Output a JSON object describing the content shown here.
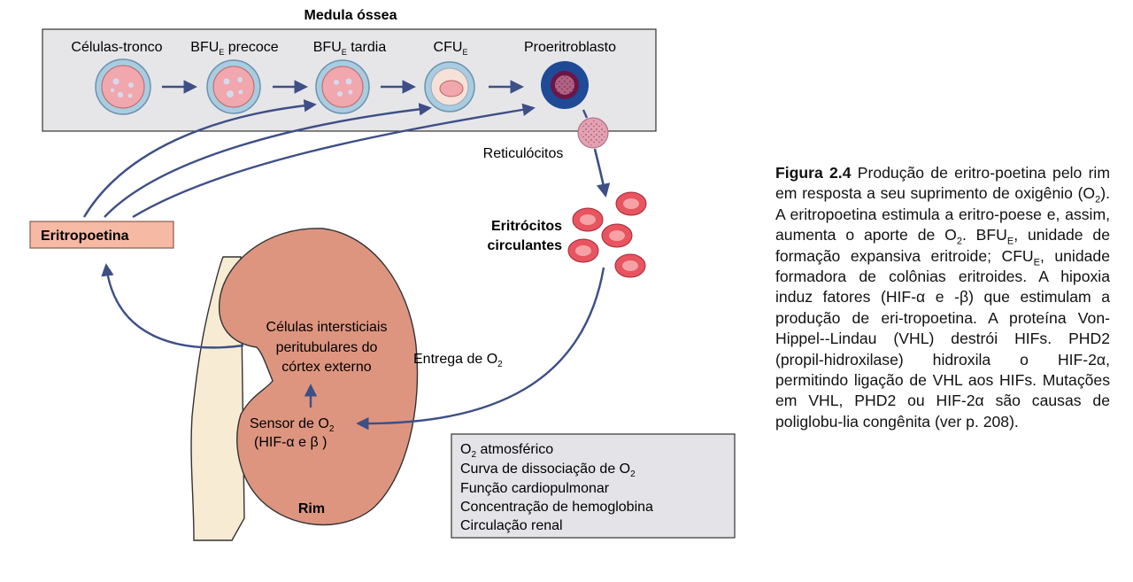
{
  "diagram": {
    "marrow_title": "Medula óssea",
    "stages": [
      {
        "label": "Células-tronco"
      },
      {
        "label": "BFU",
        "sub": "E",
        "suffix": " precoce"
      },
      {
        "label": "BFU",
        "sub": "E",
        "suffix": " tardia"
      },
      {
        "label": "CFU",
        "sub": "E",
        "suffix": ""
      },
      {
        "label": "Proeritroblasto"
      }
    ],
    "reticulocytes_label": "Reticulócitos",
    "erythrocytes_label_line1": "Eritrócitos",
    "erythrocytes_label_line2": "circulantes",
    "erythropoietin_label": "Eritropoetina",
    "interstitial_line1": "Células intersticiais",
    "interstitial_line2": "peritubulares do",
    "interstitial_line3": "córtex externo",
    "o2_delivery_prefix": "Entrega de O",
    "o2_delivery_sub": "2",
    "sensor_line1_prefix": "Sensor de O",
    "sensor_line1_sub": "2",
    "sensor_line2": "(HIF-α e β )",
    "kidney_label": "Rim",
    "factors": [
      {
        "text": "O",
        "sub": "2",
        "suffix": " atmosférico"
      },
      {
        "text": "Curva de dissociação de O",
        "sub": "2",
        "suffix": ""
      },
      {
        "text": "Função cardiopulmonar",
        "sub": "",
        "suffix": ""
      },
      {
        "text": "Concentração de hemoglobina",
        "sub": "",
        "suffix": ""
      },
      {
        "text": "Circulação renal",
        "sub": "",
        "suffix": ""
      }
    ]
  },
  "caption": {
    "label": "Figura 2.4",
    "p1": " Produção de eritro-poetina pelo rim em resposta a seu suprimento de oxigênio (O",
    "p1_sub": "2",
    "p2": "). A eritropoetina estimula a eritro-poese e, assim, aumenta o aporte de O",
    "p2_sub": "2",
    "p3": ". BFU",
    "p3_sub": "E",
    "p4": ", unidade de formação expansiva eritroide; CFU",
    "p4_sub": "E",
    "p5": ", unidade formadora de colônias eritroides. A hipoxia induz fatores (HIF-α e -β) que estimulam a produção de eri-tropoetina. A proteína Von-Hippel--Lindau (VHL) destrói HIFs. PHD2 (propil-hidroxilase) hidroxila o HIF-2α, permitindo ligação de VHL aos HIFs. Mutações em VHL, PHD2 ou HIF-2α são causas de poliglobu-lia congênita (ver p. 208)."
  },
  "colors": {
    "arrow": "#3d4f86",
    "marrow_box": "#e6e6e9",
    "cell_outer": "#a9cce0",
    "cell_inner": "#f0a7ad",
    "proerythroblast_outer": "#1f4a96",
    "proerythroblast_nucleus": "#6c1547",
    "erythrocyte": "#e8545f",
    "kidney": "#dd9580",
    "ureter": "#f7ebd3",
    "epo_box": "#f6b9a4",
    "factors_box": "#e4e4e8"
  }
}
